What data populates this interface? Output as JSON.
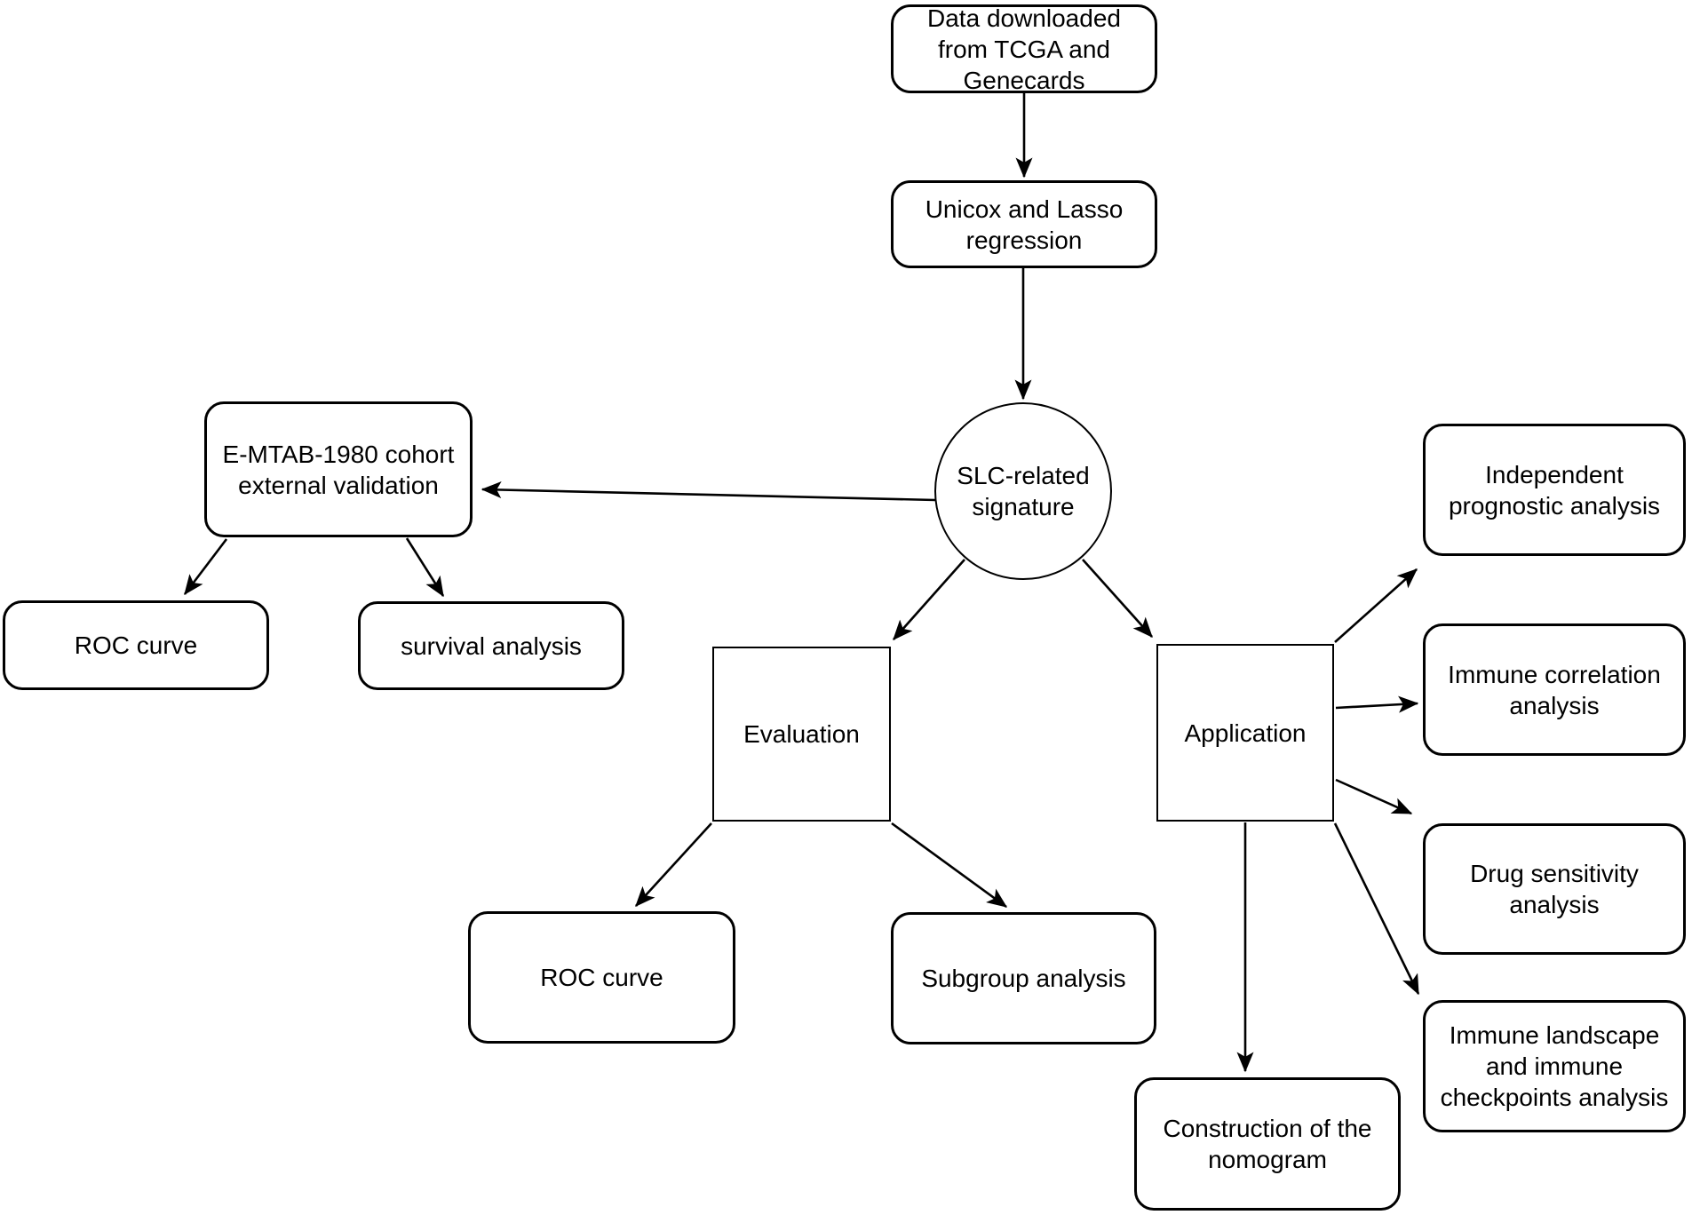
{
  "diagram": {
    "type": "flowchart",
    "background": "#ffffff",
    "colors": {
      "line": "#000000",
      "node_fill": "#ffffff",
      "text": "#000000"
    },
    "nodes": {
      "data_download": {
        "label": "Data downloaded\nfrom TCGA and\nGenecards",
        "shape": "rounded-rect"
      },
      "unicox_lasso": {
        "label": "Unicox and Lasso\nregression",
        "shape": "rounded-rect"
      },
      "slc_signature": {
        "label": "SLC-related\nsignature",
        "shape": "circle"
      },
      "emtab_validation": {
        "label": "E-MTAB-1980 cohort\nexternal validation",
        "shape": "rounded-rect"
      },
      "roc_external": {
        "label": "ROC curve",
        "shape": "rounded-rect"
      },
      "survival_analysis": {
        "label": "survival analysis",
        "shape": "rounded-rect"
      },
      "evaluation": {
        "label": "Evaluation",
        "shape": "square"
      },
      "application": {
        "label": "Application",
        "shape": "square"
      },
      "roc_evaluation": {
        "label": "ROC curve",
        "shape": "rounded-rect"
      },
      "subgroup_analysis": {
        "label": "Subgroup analysis",
        "shape": "rounded-rect"
      },
      "independent_prognostic": {
        "label": "Independent\nprognostic analysis",
        "shape": "rounded-rect"
      },
      "immune_correlation": {
        "label": "Immune correlation\nanalysis",
        "shape": "rounded-rect"
      },
      "drug_sensitivity": {
        "label": "Drug sensitivity\nanalysis",
        "shape": "rounded-rect"
      },
      "immune_landscape": {
        "label": "Immune landscape\nand immune\ncheckpoints analysis",
        "shape": "rounded-rect"
      },
      "nomogram": {
        "label": "Construction of the\nnomogram",
        "shape": "rounded-rect"
      }
    },
    "edges": [
      {
        "from": "data_download",
        "to": "unicox_lasso"
      },
      {
        "from": "unicox_lasso",
        "to": "slc_signature"
      },
      {
        "from": "slc_signature",
        "to": "emtab_validation"
      },
      {
        "from": "emtab_validation",
        "to": "roc_external"
      },
      {
        "from": "emtab_validation",
        "to": "survival_analysis"
      },
      {
        "from": "slc_signature",
        "to": "evaluation"
      },
      {
        "from": "slc_signature",
        "to": "application"
      },
      {
        "from": "evaluation",
        "to": "roc_evaluation"
      },
      {
        "from": "evaluation",
        "to": "subgroup_analysis"
      },
      {
        "from": "application",
        "to": "independent_prognostic"
      },
      {
        "from": "application",
        "to": "immune_correlation"
      },
      {
        "from": "application",
        "to": "drug_sensitivity"
      },
      {
        "from": "application",
        "to": "immune_landscape"
      },
      {
        "from": "application",
        "to": "nomogram"
      }
    ]
  }
}
